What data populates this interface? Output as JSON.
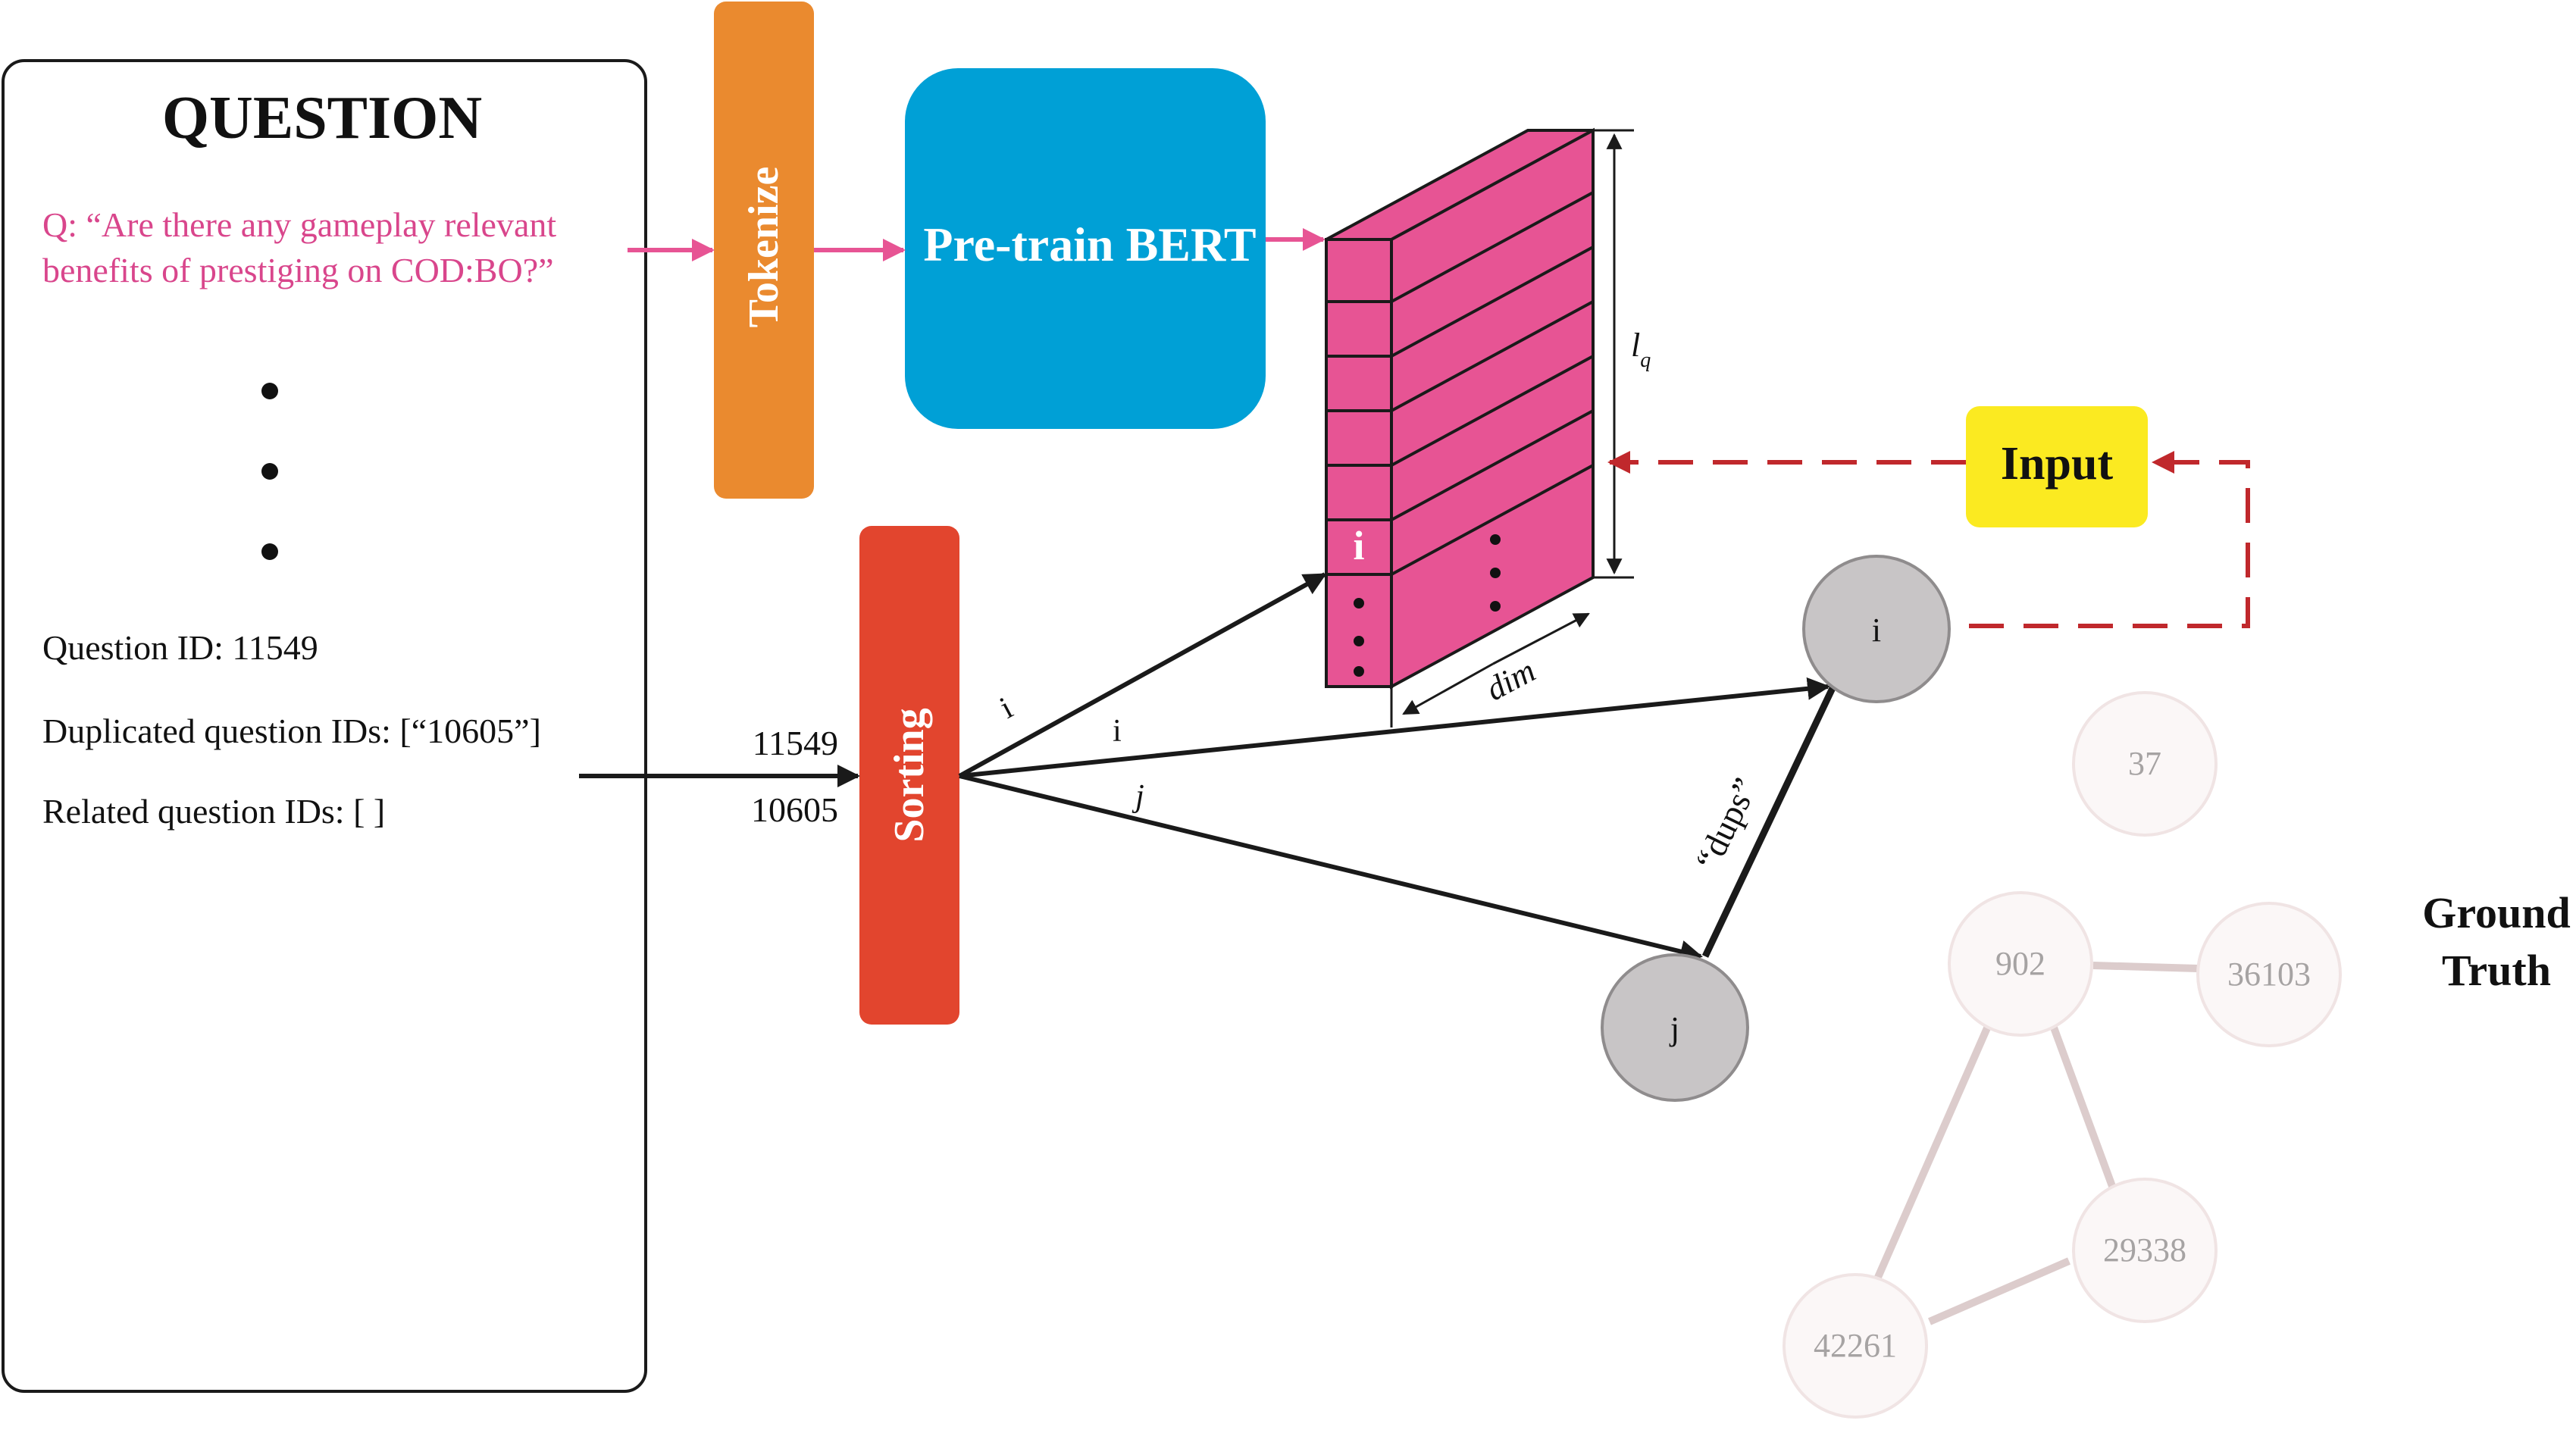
{
  "question_panel": {
    "title": "QUESTION",
    "q_line1": "Q: “Are there any gameplay relevant",
    "q_line2": "benefits of prestiging on COD:BO?”",
    "question_id": "Question ID: 11549",
    "duplicated_ids": "Duplicated question IDs: [“10605”]",
    "related_ids": "Related question IDs: [ ]"
  },
  "blocks": {
    "tokenize": "Tokenize",
    "bert": "Pre-train BERT",
    "sorting": "Sorting",
    "input": "Input"
  },
  "embedding": {
    "row_label_i": "i",
    "dim_label": "dim",
    "length_label": "l",
    "length_subscript": "q"
  },
  "sorting_inputs": {
    "top": "11549",
    "bottom": "10605"
  },
  "edge_labels": {
    "i_upper": "i",
    "i_lower": "i",
    "j": "j",
    "dups": "“dups”"
  },
  "graph_nodes": {
    "i": "i",
    "j": "j",
    "n37": "37",
    "n902": "902",
    "n36103": "36103",
    "n29338": "29338",
    "n42261": "42261"
  },
  "ground_truth": {
    "line1": "Ground",
    "line2": "Truth"
  },
  "colors": {
    "tokenize": "#ea8a2f",
    "bert": "#00a0d6",
    "sorting": "#e2452e",
    "input": "#fbea21",
    "embedding": "#e75494",
    "question_text": "#d9468c",
    "dashed": "#c0282c",
    "node": "#c8c5c6",
    "faded_node": "#fbf7f7",
    "faded_edge": "#dccccc"
  }
}
